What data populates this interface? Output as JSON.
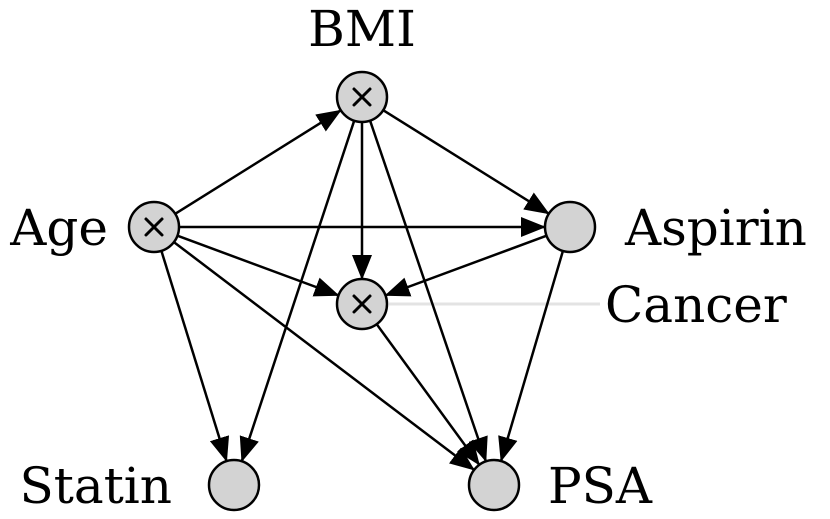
{
  "diagram": {
    "nodes": {
      "bmi": {
        "label": "BMI",
        "marked": true
      },
      "age": {
        "label": "Age",
        "marked": true
      },
      "aspirin": {
        "label": "Aspirin",
        "marked": false
      },
      "cancer": {
        "label": "Cancer",
        "marked": true
      },
      "statin": {
        "label": "Statin",
        "marked": false
      },
      "psa": {
        "label": "PSA",
        "marked": false
      }
    },
    "edges": [
      {
        "from": "age",
        "to": "bmi"
      },
      {
        "from": "age",
        "to": "aspirin"
      },
      {
        "from": "age",
        "to": "cancer"
      },
      {
        "from": "age",
        "to": "statin"
      },
      {
        "from": "age",
        "to": "psa"
      },
      {
        "from": "bmi",
        "to": "aspirin"
      },
      {
        "from": "bmi",
        "to": "cancer"
      },
      {
        "from": "bmi",
        "to": "statin"
      },
      {
        "from": "bmi",
        "to": "psa"
      },
      {
        "from": "aspirin",
        "to": "cancer"
      },
      {
        "from": "aspirin",
        "to": "psa"
      },
      {
        "from": "cancer",
        "to": "psa"
      }
    ],
    "colors": {
      "node_fill": "#d3d3d3",
      "stroke": "#000000"
    }
  }
}
